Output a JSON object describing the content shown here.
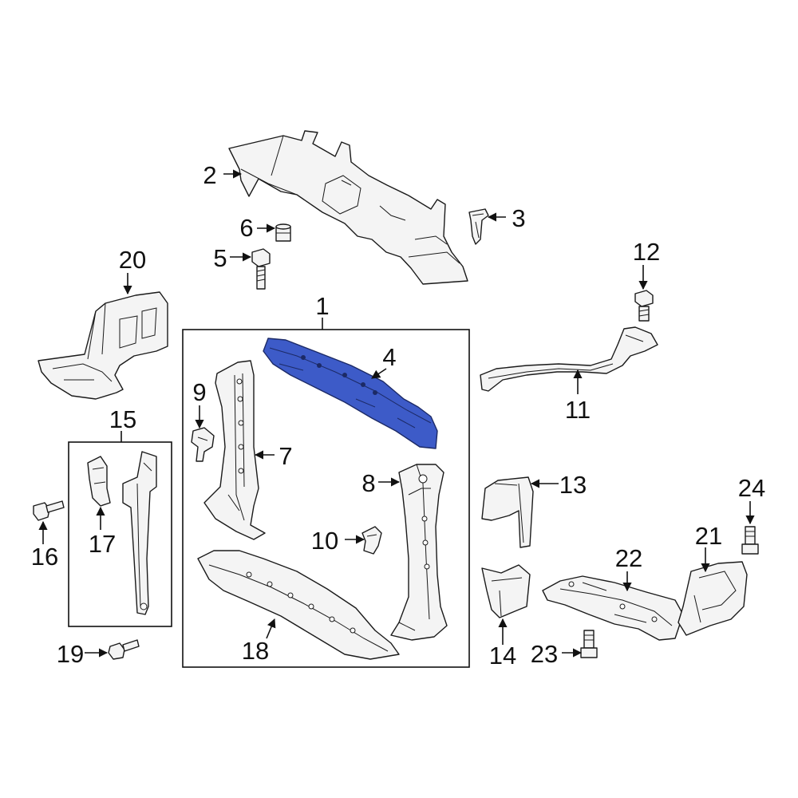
{
  "diagram": {
    "highlight_color": "#3d5bc8",
    "callouts": [
      {
        "id": "c1",
        "label": "1"
      },
      {
        "id": "c2",
        "label": "2"
      },
      {
        "id": "c3",
        "label": "3"
      },
      {
        "id": "c4",
        "label": "4",
        "highlighted": true
      },
      {
        "id": "c5",
        "label": "5"
      },
      {
        "id": "c6",
        "label": "6"
      },
      {
        "id": "c7",
        "label": "7"
      },
      {
        "id": "c8",
        "label": "8"
      },
      {
        "id": "c9",
        "label": "9"
      },
      {
        "id": "c10",
        "label": "10"
      },
      {
        "id": "c11",
        "label": "11"
      },
      {
        "id": "c12",
        "label": "12"
      },
      {
        "id": "c13",
        "label": "13"
      },
      {
        "id": "c14",
        "label": "14"
      },
      {
        "id": "c15",
        "label": "15"
      },
      {
        "id": "c16",
        "label": "16"
      },
      {
        "id": "c17",
        "label": "17"
      },
      {
        "id": "c18",
        "label": "18"
      },
      {
        "id": "c19",
        "label": "19"
      },
      {
        "id": "c20",
        "label": "20"
      },
      {
        "id": "c21",
        "label": "21"
      },
      {
        "id": "c22",
        "label": "22"
      },
      {
        "id": "c23",
        "label": "23"
      },
      {
        "id": "c24",
        "label": "24"
      }
    ]
  }
}
